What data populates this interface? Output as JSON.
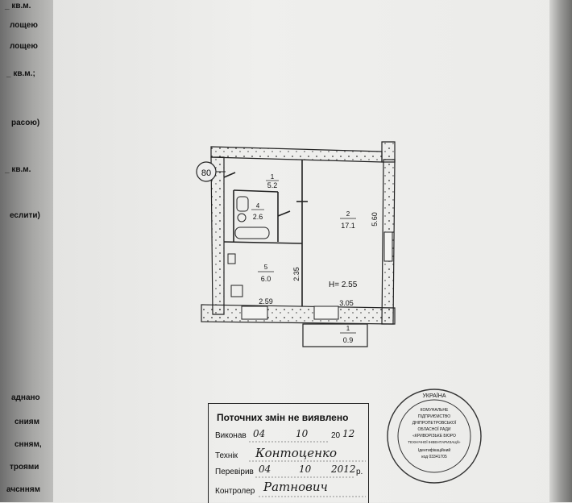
{
  "left_strip": {
    "lines": [
      "_ кв.м.",
      "лощею",
      "лощею",
      "_ кв.м.;",
      "расою)",
      "_ кв.м.",
      "еслити)",
      "аднано",
      "сниям",
      "снням,",
      "троями",
      "ачснням"
    ]
  },
  "plan": {
    "building_number": "80",
    "rooms": [
      {
        "number": "1",
        "area": "5.2"
      },
      {
        "number": "4",
        "area": "2.6"
      },
      {
        "number": "2",
        "area": "17.1"
      },
      {
        "number": "5",
        "area": "6.0"
      },
      {
        "number": "1",
        "area": "0.9"
      }
    ],
    "dimensions": {
      "width_left": "2.59",
      "width_right": "3.05",
      "height_right": "5.60",
      "height_mid": "2.35"
    },
    "ceiling_height": "H= 2.55"
  },
  "stamp": {
    "title": "Поточних змін не виявлено",
    "executed_label": "Виконав",
    "executed_day": "04",
    "executed_month": "10",
    "executed_year_prefix": "20",
    "executed_year_hand": "12",
    "technician_label": "Технік",
    "technician_sign": "Контоценко",
    "checked_label": "Перевірив",
    "checked_day": "04",
    "checked_month": "10",
    "checked_year": "2012",
    "checked_suffix": "р.",
    "controller_label": "Контролер",
    "controller_sign": "Ратнович"
  },
  "seal": {
    "country": "УКРАЇНА",
    "lines": [
      "КОМУНАЛЬНЕ",
      "ПІДПРИЄМСТВО",
      "ДНІПРОПЕТРОВСЬКОЇ",
      "ОБЛАСНОЇ РАДИ",
      "«КРИВОРІЗЬКЕ БЮРО",
      "ТЕХНІЧНОЇ ІНВЕНТАРИЗАЦІЇ»",
      "Ідентифікаційний",
      "код 03341705"
    ]
  }
}
